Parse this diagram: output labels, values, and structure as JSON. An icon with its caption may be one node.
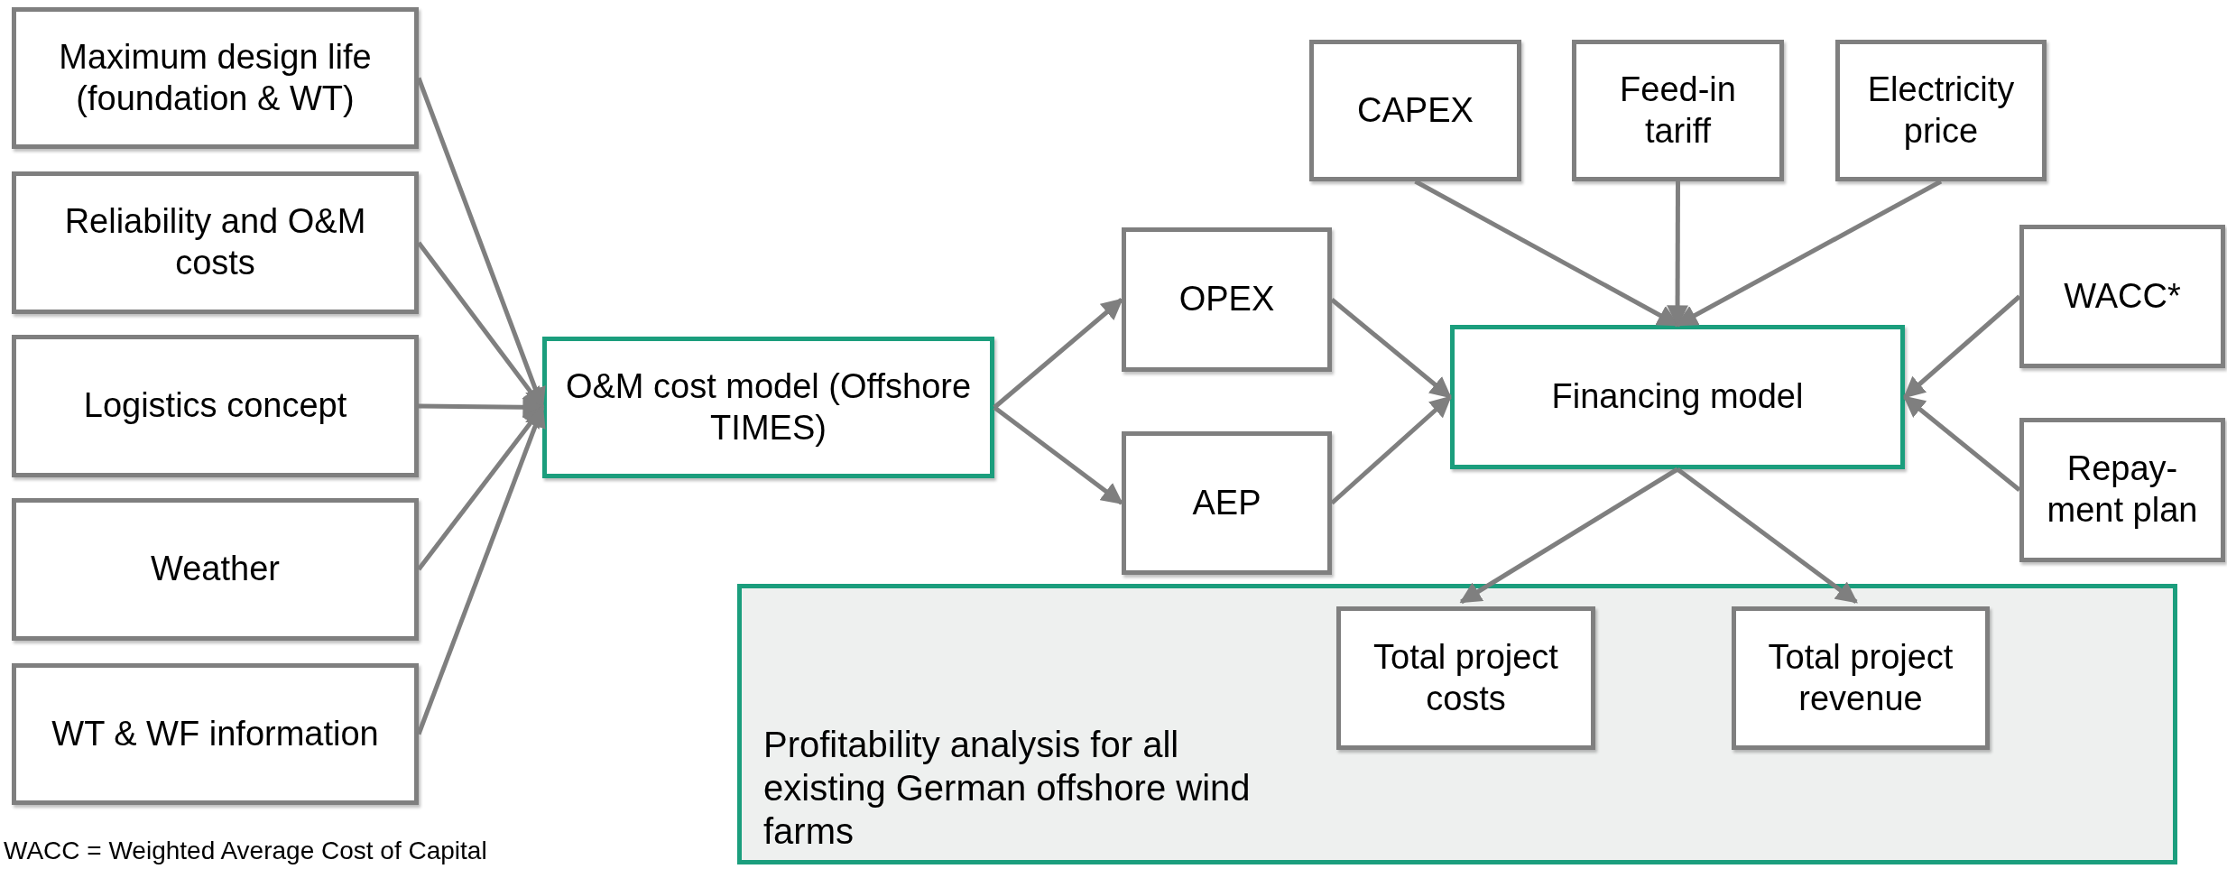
{
  "diagram": {
    "nodes": [
      {
        "text": [
          "Maximum design life (foundation & WT)"
        ]
      },
      {
        "text": [
          "Reliability and O&M costs"
        ]
      },
      {
        "text": [
          "Logistics concept"
        ]
      },
      {
        "text": [
          "Weather"
        ]
      },
      {
        "text": [
          "WT & WF information"
        ]
      },
      {
        "text": [
          "O&M cost model (Offshore TIMES)"
        ]
      },
      {
        "text": [
          "CAPEX"
        ]
      },
      {
        "text": [
          "Feed-in tariff"
        ]
      },
      {
        "text": [
          "Electricity price"
        ]
      },
      {
        "text": [
          "OPEX"
        ]
      },
      {
        "text": [
          "AEP"
        ]
      },
      {
        "text": [
          "Financing model"
        ]
      },
      {
        "text": [
          "WACC*"
        ]
      },
      {
        "text": [
          "Repay-ment plan"
        ]
      },
      {
        "text": [
          "Profitability analysis for all existing German offshore wind farms"
        ]
      },
      {
        "text": [
          "Total project costs"
        ],
        "in": 14
      },
      {
        "text": [
          "Total project revenue"
        ],
        "in": 14
      }
    ],
    "edges": [
      {
        "from": 0,
        "to": 5,
        "arrow": "to"
      },
      {
        "from": 1,
        "to": 5,
        "arrow": "to"
      },
      {
        "from": 2,
        "to": 5,
        "arrow": "to"
      },
      {
        "from": 3,
        "to": 5,
        "arrow": "to"
      },
      {
        "from": 4,
        "to": 5,
        "arrow": "to"
      },
      {
        "from": 5,
        "to": 9,
        "arrow": "to"
      },
      {
        "from": 5,
        "to": 10,
        "arrow": "to"
      },
      {
        "from": 6,
        "to": 11,
        "arrow": "to"
      },
      {
        "from": 7,
        "to": 11,
        "arrow": "to"
      },
      {
        "from": 8,
        "to": 11,
        "arrow": "to"
      },
      {
        "from": 9,
        "to": 11,
        "arrow": "to"
      },
      {
        "from": 10,
        "to": 11,
        "arrow": "to"
      },
      {
        "from": 12,
        "to": 11,
        "arrow": "to"
      },
      {
        "from": 13,
        "to": 11,
        "arrow": "to"
      },
      {
        "from": 11,
        "to": 15,
        "arrow": "to"
      },
      {
        "from": 11,
        "to": 16,
        "arrow": "to"
      }
    ],
    "labels": [
      "WACC = Weighted Average Cost of Capital"
    ]
  }
}
